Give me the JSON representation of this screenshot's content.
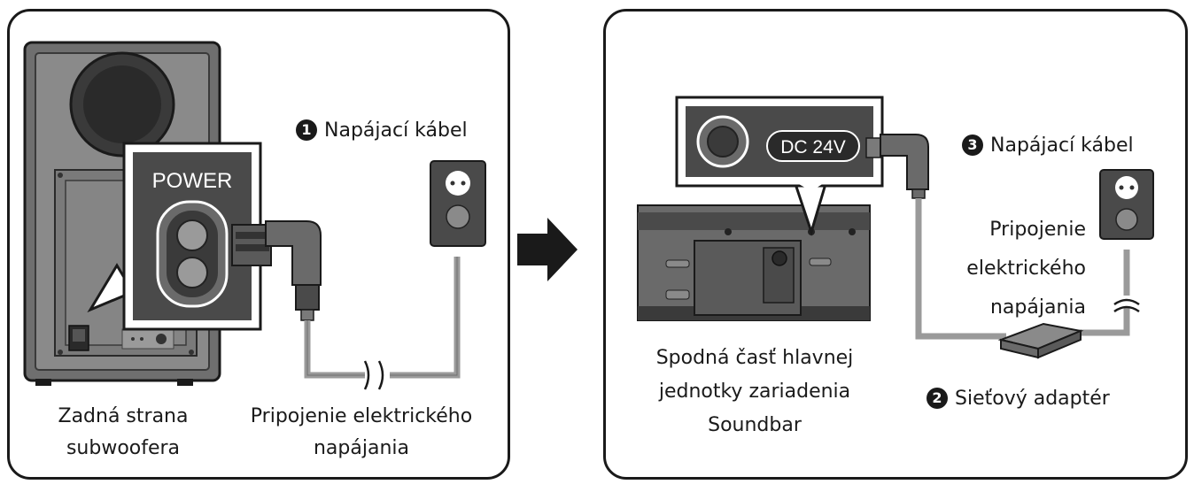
{
  "left_panel": {
    "port_label": "POWER",
    "callout_1": {
      "number": "1",
      "text": "Napájací kábel"
    },
    "caption_subwoofer": [
      "Zadná strana",
      "subwoofera"
    ],
    "caption_power": [
      "Pripojenie elektrického",
      "napájania"
    ]
  },
  "right_panel": {
    "port_label": "DC 24V",
    "callout_3": {
      "number": "3",
      "text": "Napájací kábel"
    },
    "caption_power": [
      "Pripojenie",
      "elektrického",
      "napájania"
    ],
    "caption_soundbar": [
      "Spodná časť hlavnej",
      "jednotky zariadenia",
      "Soundbar"
    ],
    "callout_2": {
      "number": "2",
      "text": "Sieťový adaptér"
    }
  },
  "colors": {
    "outline": "#1a1a1a",
    "subwoofer_body": "#7a7a7a",
    "dark_panel": "#4a4a4a",
    "cable": "#9a9a9a"
  }
}
